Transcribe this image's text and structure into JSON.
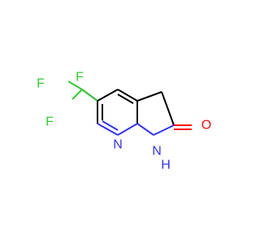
{
  "molecule": {
    "colors": {
      "bond": "#000000",
      "fluorine": "#33cc33",
      "nitrogen": "#3333ff",
      "oxygen": "#ff0d0d"
    },
    "labels": {
      "f_top": "F",
      "f_left": "F",
      "f_bottom": "F",
      "n_ring": "N",
      "nh_n": "N",
      "nh_h": "H",
      "o": "O"
    }
  }
}
